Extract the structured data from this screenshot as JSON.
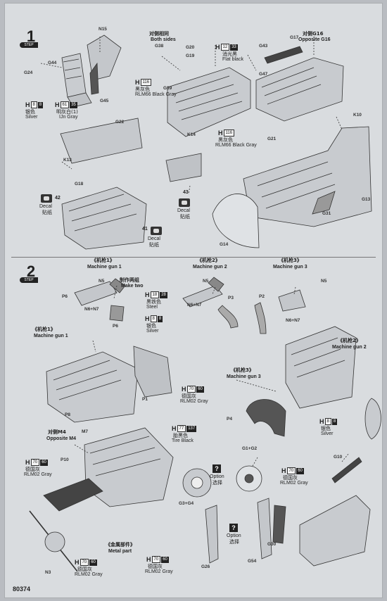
{
  "page_number": "80374",
  "step1": {
    "number": "1",
    "tag": "STEP",
    "paints": [
      {
        "h": "H",
        "code": "8",
        "code2": "8",
        "name_cn": "银色",
        "name_en": "Silver"
      },
      {
        "h": "H",
        "code": "61",
        "code2": "35",
        "name_cn": "明灰白(1)",
        "name_en": "IJn Gray"
      },
      {
        "h": "H",
        "code": "116",
        "code2": "",
        "name_cn": "黑灰色",
        "name_en": "RLM66 Black Gray"
      },
      {
        "h": "H",
        "code": "12",
        "code2": "33",
        "name_cn": "消光黑",
        "name_en": "Flat black"
      },
      {
        "h": "H",
        "code": "116",
        "code2": "",
        "name_cn": "黑灰色",
        "name_en": "RLM66 Black Gray"
      }
    ],
    "both_sides_cn": "对侧相同",
    "both_sides_en": "Both sides",
    "opposite_cn": "对侧G16",
    "opposite_en": "Opposite G16",
    "parts": [
      "N15",
      "G44",
      "G24",
      "G45",
      "G22",
      "G38",
      "G20",
      "G19",
      "G39",
      "G43",
      "G17",
      "G47",
      "K14",
      "K10",
      "G21",
      "K13",
      "G18",
      "G13",
      "G31",
      "G14"
    ],
    "decals": [
      {
        "num": "42",
        "en": "Decal",
        "cn": "贴纸"
      },
      {
        "num": "43",
        "en": "Decal",
        "cn": "贴纸"
      },
      {
        "num": "41",
        "en": "Decal",
        "cn": "贴纸"
      }
    ]
  },
  "step2": {
    "number": "2",
    "tag": "STEP",
    "mg1_cn": "《机枪1》",
    "mg1_en": "Machine gun 1",
    "mg2_cn": "《机枪2》",
    "mg2_en": "Machine gun 2",
    "mg3_cn": "《机枪3》",
    "mg3_en": "Machine gun 3",
    "make_two_cn": "制作两组",
    "make_two_en": "Make two",
    "opposite_m4_cn": "对侧M4",
    "opposite_m4_en": "Opposite M4",
    "metal_cn": "《金属部件》",
    "metal_en": "Metal part",
    "option_en": "Option",
    "option_cn": "选择",
    "paints": [
      {
        "h": "H",
        "code": "18",
        "code2": "28",
        "name_cn": "黑铁色",
        "name_en": "Steel"
      },
      {
        "h": "H",
        "code": "8",
        "code2": "8",
        "name_cn": "银色",
        "name_en": "Silver"
      },
      {
        "h": "H",
        "code": "70",
        "code2": "60",
        "name_cn": "德国灰",
        "name_en": "RLM02 Gray"
      },
      {
        "h": "H",
        "code": "77",
        "code2": "137",
        "name_cn": "胎黑色",
        "name_en": "Tire Black"
      },
      {
        "h": "H",
        "code": "8",
        "code2": "8",
        "name_cn": "银色",
        "name_en": "Silver"
      },
      {
        "h": "H",
        "code": "70",
        "code2": "60",
        "name_cn": "德国灰",
        "name_en": "RLM02 Gray"
      },
      {
        "h": "H",
        "code": "70",
        "code2": "60",
        "name_cn": "德国灰",
        "name_en": "RLM02 Gray"
      },
      {
        "h": "H",
        "code": "70",
        "code2": "60",
        "name_cn": "德国灰",
        "name_en": "RLM02 Gray"
      },
      {
        "h": "H",
        "code": "70",
        "code2": "60",
        "name_cn": "德国灰",
        "name_en": "RLM02 Gray"
      }
    ],
    "parts": [
      "N5",
      "P6",
      "N6+N7",
      "N5",
      "P3",
      "N6+N7",
      "P2",
      "N5",
      "N6+N7",
      "P6",
      "P8",
      "P1",
      "P4",
      "M7",
      "P10",
      "G1+G2",
      "G3+G4",
      "G10",
      "G26",
      "G54",
      "G30",
      "N3"
    ]
  }
}
